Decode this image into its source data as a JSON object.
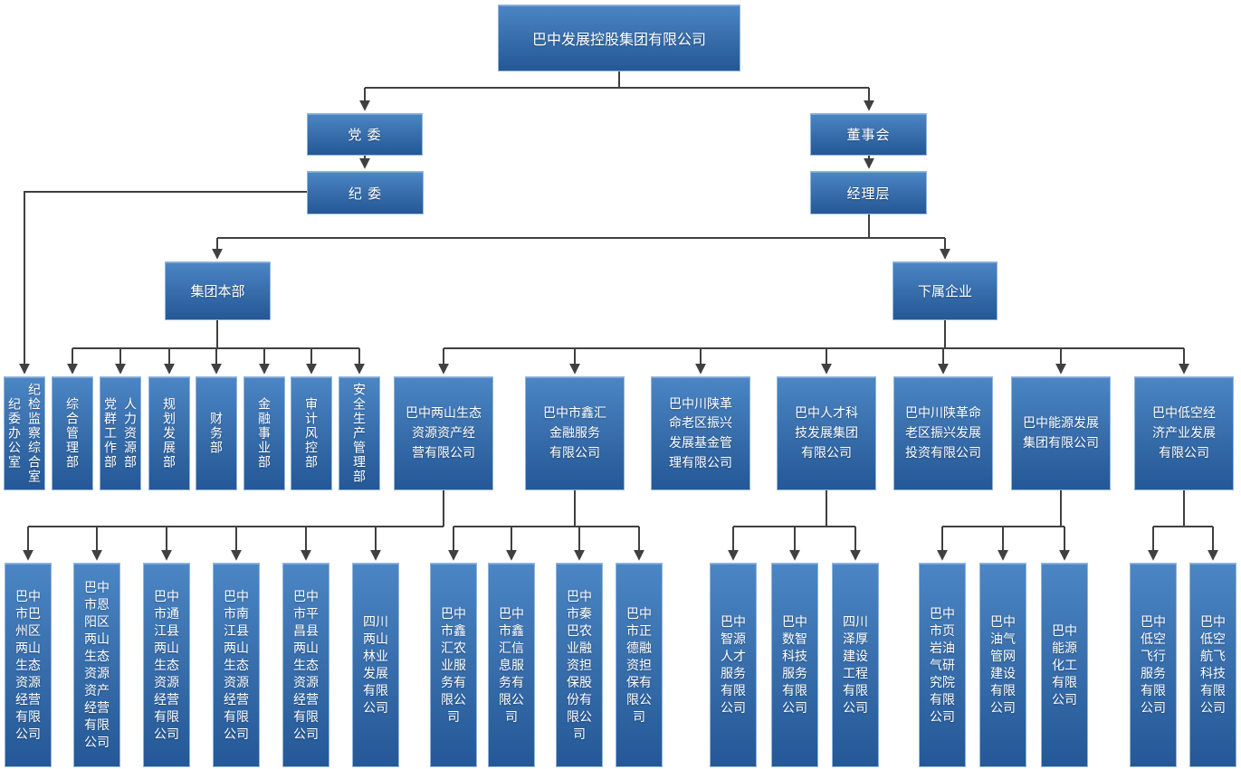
{
  "org": {
    "root": {
      "label": "巴中发展控股集团有限公司"
    },
    "party_committee": {
      "label": "党 委"
    },
    "discipline_committee": {
      "label": "纪 委"
    },
    "board": {
      "label": "董事会"
    },
    "management": {
      "label": "经理层"
    },
    "headquarters": {
      "label": "集团本部"
    },
    "subsidiaries_parent": {
      "label": "下属企业"
    },
    "departments": [
      {
        "label": "纪检监察综合室",
        "label2": "纪委办公室"
      },
      {
        "label": "综合管理部"
      },
      {
        "label": "人力资源部",
        "label2": "党群工作部"
      },
      {
        "label": "规划发展部"
      },
      {
        "label": "财务部"
      },
      {
        "label": "金融事业部"
      },
      {
        "label": "审计风控部"
      },
      {
        "label": "安全生产管理部"
      }
    ],
    "companies": [
      {
        "label": "巴中两山生态资源资产经营有限公司"
      },
      {
        "label": "巴中市鑫汇金融服务有限公司"
      },
      {
        "label": "巴中川陕革命老区振兴发展基金管理有限公司"
      },
      {
        "label": "巴中人才科技发展集团有限公司"
      },
      {
        "label": "巴中川陕革命老区振兴发展投资有限公司"
      },
      {
        "label": "巴中能源发展集团有限公司"
      },
      {
        "label": "巴中低空经济产业发展有限公司"
      }
    ],
    "sub_companies": [
      {
        "label": "巴中市巴州区两山生态资源经营有限公司"
      },
      {
        "label": "巴中市恩阳区两山生态资源资产经营有限公司"
      },
      {
        "label": "巴中市通江县两山生态资源经营有限公司"
      },
      {
        "label": "巴中市南江县两山生态资源经营有限公司"
      },
      {
        "label": "巴中市平昌县两山生态资源经营有限公司"
      },
      {
        "label": "四川两山林业发展有限公司"
      },
      {
        "label": "巴中市鑫汇农业服务有限公司"
      },
      {
        "label": "巴中市鑫汇信息服务有限公司"
      },
      {
        "label": "巴中市秦巴农业融资担保股份有限公司"
      },
      {
        "label": "巴中市正德融资担保有限公司"
      },
      {
        "label": "巴中智源人才服务有限公司"
      },
      {
        "label": "巴中数智科技服务有限公司"
      },
      {
        "label": "四川泽厚建设工程有限公司"
      },
      {
        "label": "巴中市页岩油气研究院有限公司"
      },
      {
        "label": "巴中油气管网建设有限公司"
      },
      {
        "label": "巴中能源化工有限公司"
      },
      {
        "label": "巴中低空飞行服务有限公司"
      },
      {
        "label": "巴中低空航飞科技有限公司"
      }
    ]
  },
  "colors": {
    "box_gradient_top": "#4b86c5",
    "box_gradient_bottom": "#245897",
    "connector": "#404040",
    "text": "#ffffff",
    "background": "#ffffff"
  }
}
